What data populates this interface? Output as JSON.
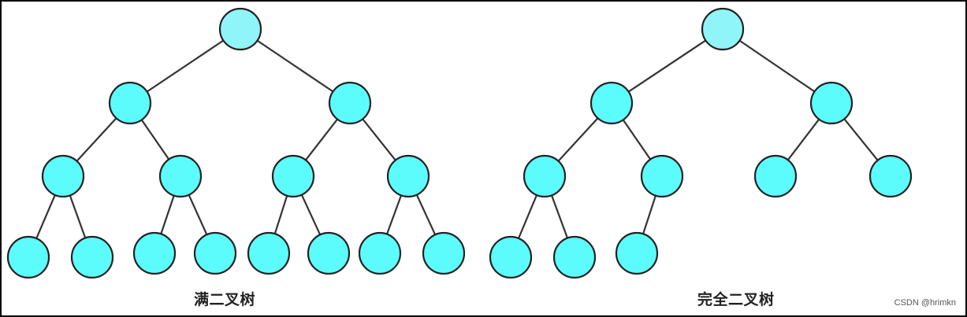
{
  "captions": {
    "full_binary_tree": "满二叉树",
    "complete_binary_tree": "完全二叉树"
  },
  "watermark": "CSDN @hrimkn",
  "colors": {
    "root_fill": "#8ff5f8",
    "node_fill": "#5cfcfc",
    "stroke": "#222222",
    "edge": "#333333"
  },
  "trees": [
    {
      "name": "full-binary-tree",
      "levels": [
        1,
        2,
        4,
        8
      ]
    },
    {
      "name": "complete-binary-tree",
      "levels": [
        1,
        2,
        4,
        3
      ]
    }
  ]
}
